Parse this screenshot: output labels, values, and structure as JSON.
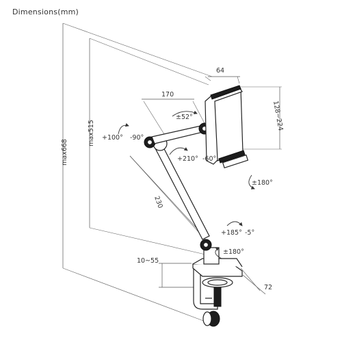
{
  "title": "Dimensions(mm)",
  "dimensions": {
    "overall_height": "max668",
    "arm_height": "max515",
    "upper_arm": "170",
    "lower_arm": "230",
    "holder_depth": "64",
    "holder_range": "128~224",
    "clamp_range": "10~55",
    "base_depth": "72"
  },
  "rotations": {
    "holder_tilt": "±52°",
    "elbow_left": "+100°",
    "elbow_right": "-90°",
    "mid_joint_left": "+210°",
    "mid_joint_right": "-60°",
    "holder_spin": "±180°",
    "base_tilt_left": "+185°",
    "base_tilt_right": "-5°",
    "base_swivel": "±180°"
  }
}
